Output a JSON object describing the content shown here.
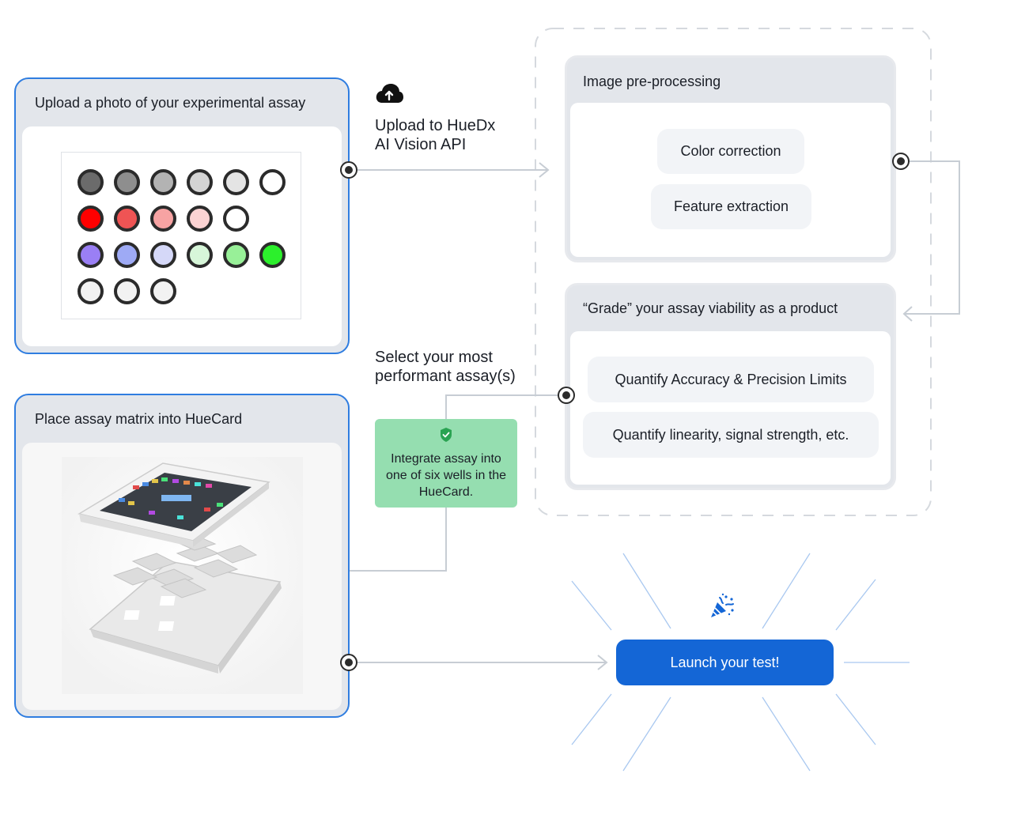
{
  "upload_card": {
    "title": "Upload a photo of your experimental assay",
    "swatches": [
      [
        "#6b6b6b",
        "#8e8e8e",
        "#b3b3b3",
        "#d4d4d4",
        "#e4e4e4",
        "#ffffff"
      ],
      [
        "#ff0000",
        "#ef5454",
        "#f7a3a3",
        "#fbd3d3",
        "#ffffff"
      ],
      [
        "#9a7ff5",
        "#9eaaf5",
        "#d5d8f8",
        "#d7f6d9",
        "#98f098",
        "#2cf02c"
      ],
      [
        "#f2f2f2",
        "#f2f2f2",
        "#f2f2f2"
      ]
    ]
  },
  "upload_api": {
    "icon": "cloud-upload-icon",
    "line1": "Upload to HueDx",
    "line2": "AI Vision API"
  },
  "preprocessing": {
    "title": "Image pre-processing",
    "items": [
      "Color correction",
      "Feature extraction"
    ]
  },
  "grade": {
    "title": "“Grade” your assay viability as a product",
    "items": [
      "Quantify Accuracy & Precision Limits",
      "Quantify linearity, signal strength, etc."
    ]
  },
  "select_label": {
    "line1": "Select your most",
    "line2": "performant assay(s)"
  },
  "integrate": {
    "icon": "shield-check-icon",
    "text": "Integrate assay into one of six wells in the HueCard."
  },
  "huecard_card": {
    "title": "Place assay matrix into HueCard",
    "image": "huecard-exploded-view"
  },
  "launch": {
    "icon": "party-popper-icon",
    "label": "Launch your test!"
  },
  "colors": {
    "accent": "#1466d6",
    "card_border": "#2f7de0",
    "panel_bg": "#e3e6eb",
    "green": "#95deb0",
    "wire": "#c7cdd4"
  }
}
